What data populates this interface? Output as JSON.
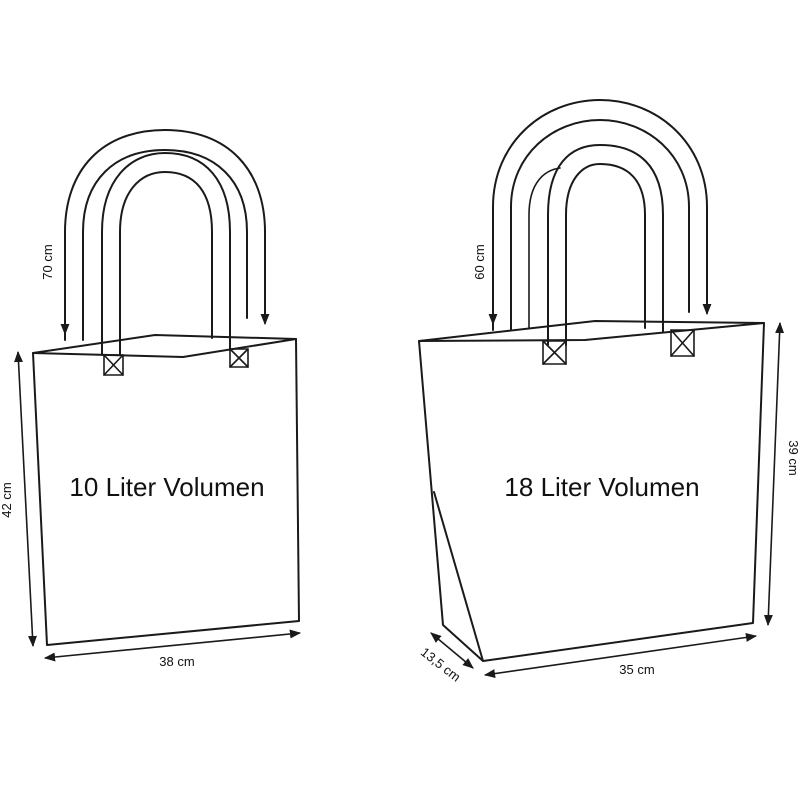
{
  "left_bag": {
    "volume_label": "10 Liter Volumen",
    "handle_length": "70 cm",
    "height": "42 cm",
    "width": "38 cm"
  },
  "right_bag": {
    "volume_label": "18 Liter Volumen",
    "handle_length": "60 cm",
    "height": "39 cm",
    "width": "35 cm",
    "depth": "13,5 cm"
  },
  "colors": {
    "line": "#1a1a1a",
    "background": "#ffffff"
  }
}
